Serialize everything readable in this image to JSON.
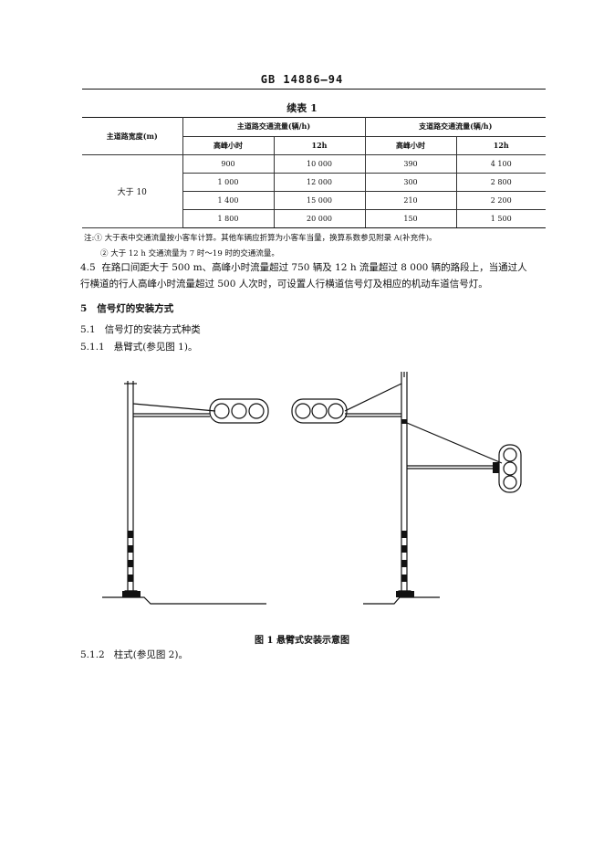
{
  "header": {
    "standard": "GB 14886—94"
  },
  "table": {
    "caption": "续表 1",
    "col_main_width": "主道路宽度(m)",
    "group_main": "主道路交通流量(辆/h)",
    "group_branch": "支道路交通流量(辆/h)",
    "sub_peak": "高峰小时",
    "sub_12h": "12h",
    "row_label": "大于 10",
    "rows": [
      [
        "900",
        "10 000",
        "390",
        "4 100"
      ],
      [
        "1 000",
        "12 000",
        "300",
        "2 800"
      ],
      [
        "1 400",
        "15 000",
        "210",
        "2 200"
      ],
      [
        "1 800",
        "20 000",
        "150",
        "1 500"
      ]
    ]
  },
  "notes": {
    "note1": "注:① 大于表中交通流量按小客车计算。其他车辆应折算为小客车当量，换算系数参见附录 A(补充件)。",
    "note2": "② 大于 12 h 交通流量为 7 时～19 时的交通流量。"
  },
  "clause_4_5": {
    "number": "4.5",
    "line1": "在路口间距大于 500 m、高峰小时流量超过 750 辆及 12 h 流量超过 8 000 辆的路段上，当通过人",
    "line2": "行横道的行人高峰小时流量超过 500 人次时，可设置人行横道信号灯及相应的机动车道信号灯。"
  },
  "section5": {
    "number": "5",
    "title": "信号灯的安装方式"
  },
  "s5_1": {
    "number": "5.1",
    "title": "信号灯的安装方式种类"
  },
  "s5_1_1": {
    "number": "5.1.1",
    "text": "悬臂式(参见图 1)。"
  },
  "figure": {
    "caption": "图 1   悬臂式安装示意图"
  },
  "s5_1_2": {
    "number": "5.1.2",
    "text": "柱式(参见图 2)。"
  }
}
